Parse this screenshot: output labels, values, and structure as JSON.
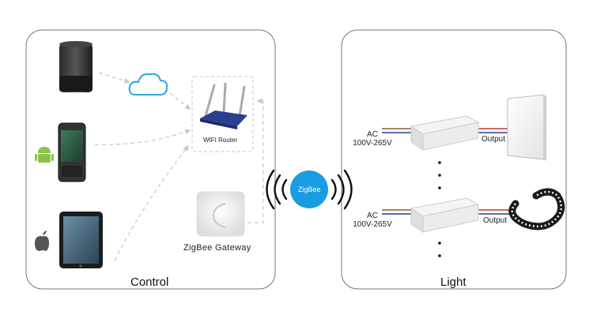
{
  "panels": {
    "control": {
      "title": "Control"
    },
    "light": {
      "title": "Light"
    }
  },
  "router": {
    "label": "WIFI Router"
  },
  "gateway": {
    "label": "ZigBee Gateway"
  },
  "zigbee": {
    "label": "ZigBee",
    "color": "#1a9de0"
  },
  "drivers": [
    {
      "ac_label": "AC",
      "voltage_label": "100V-265V",
      "output_label": "Output",
      "load": "light panel"
    },
    {
      "ac_label": "AC",
      "voltage_label": "100V-265V",
      "output_label": "Output",
      "load": "led strip"
    }
  ],
  "icons": {
    "cloud": "cloud-icon",
    "android": "android-icon",
    "apple": "apple-icon"
  },
  "colors": {
    "panel_border": "#777777",
    "cloud": "#2ea8e0",
    "wire_red": "#c0392b",
    "wire_blue": "#2c3e8f",
    "wire_brown": "#8b5a2b"
  }
}
